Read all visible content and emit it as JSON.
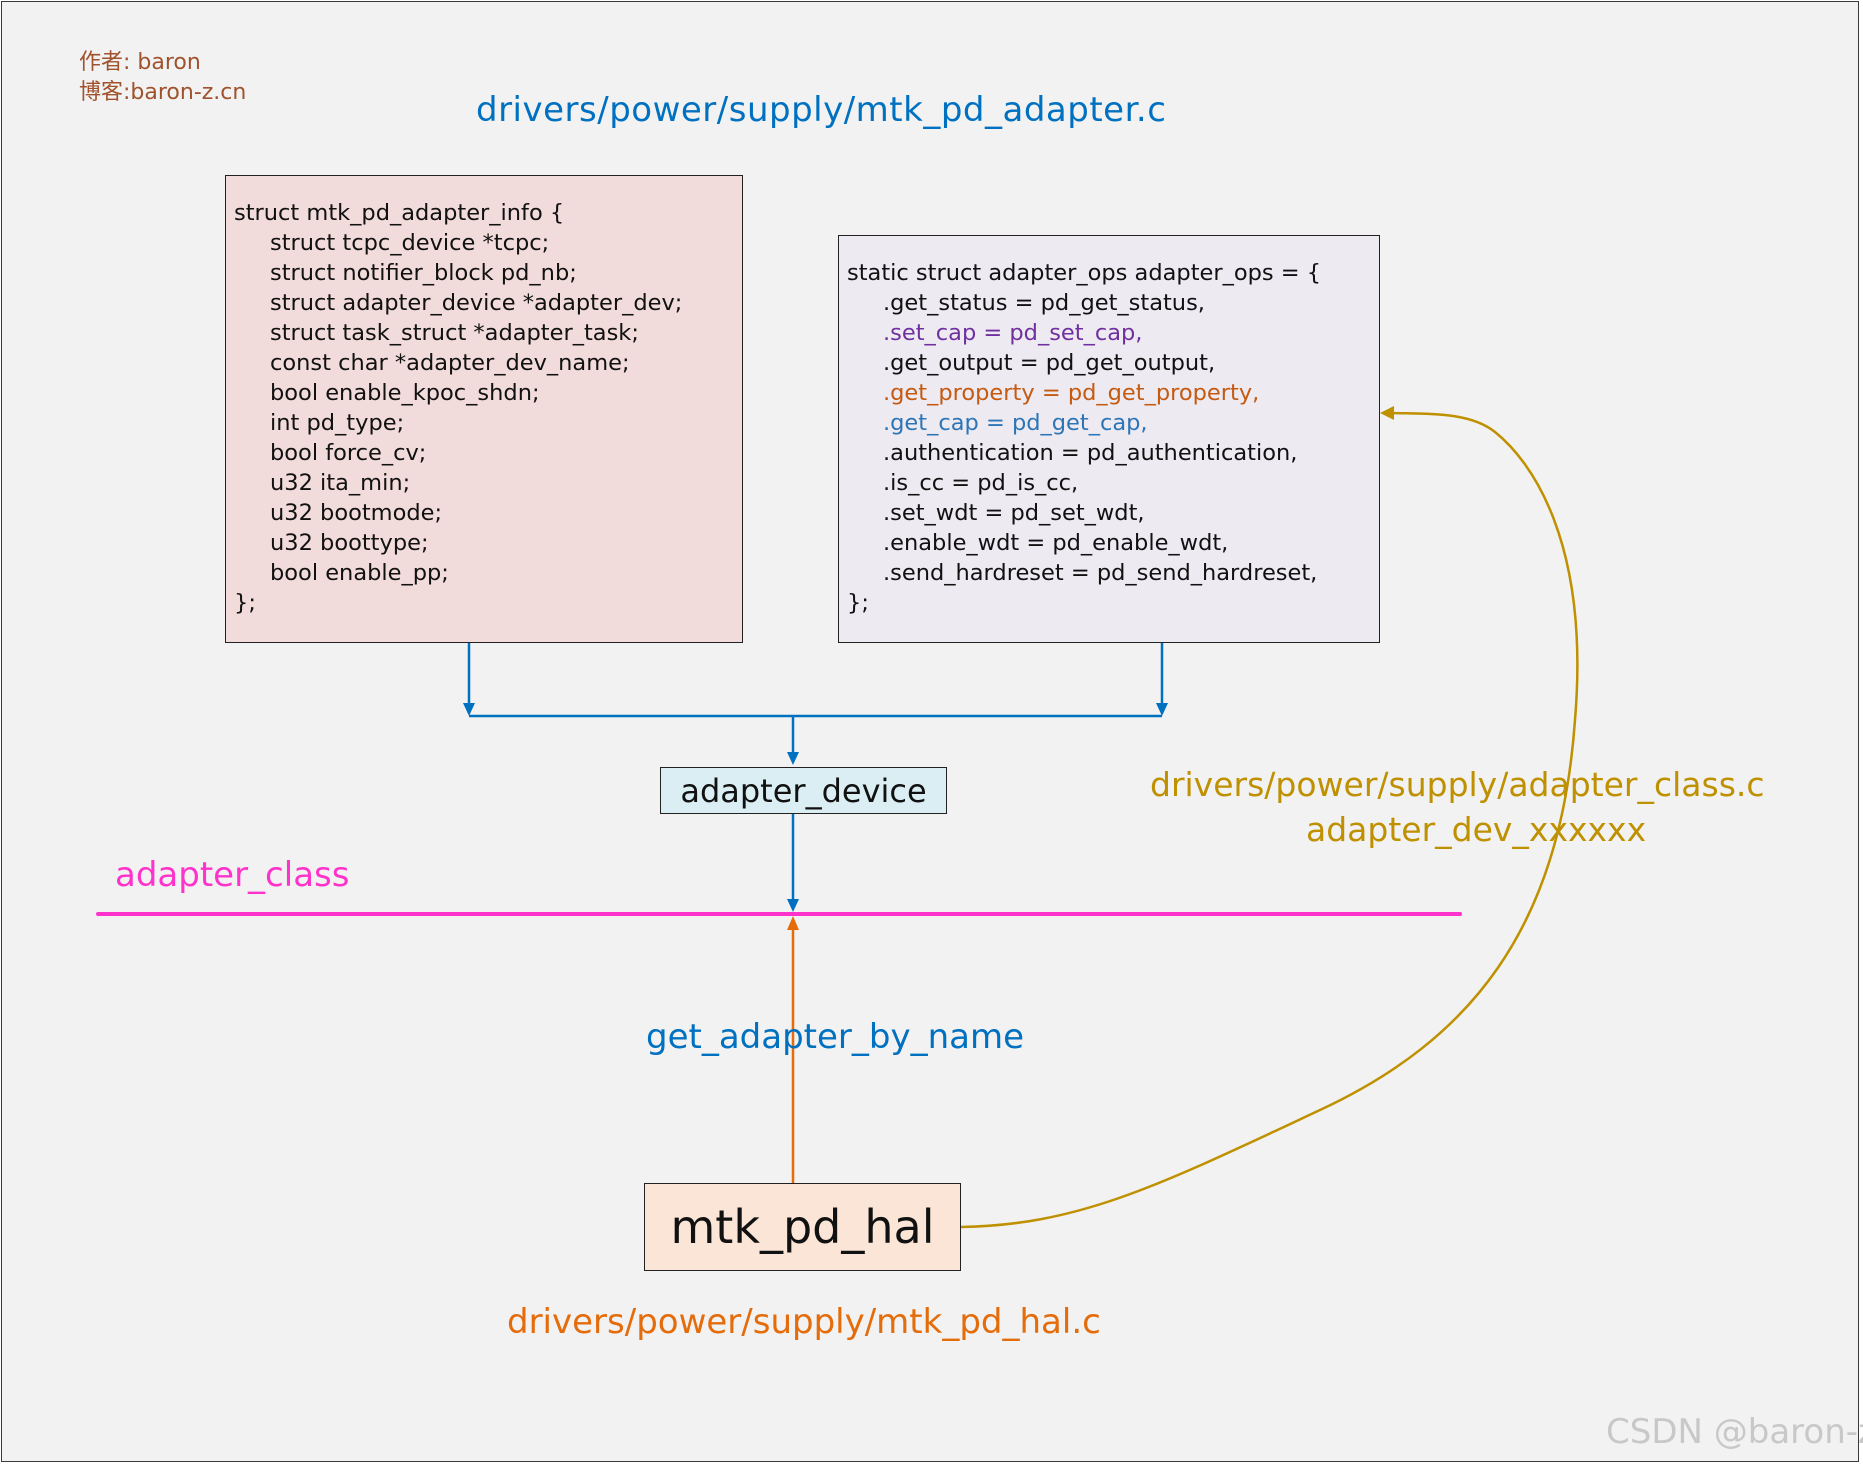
{
  "author": {
    "line1": "作者: baron",
    "line2": "博客:baron-z.cn"
  },
  "adapter_file": "drivers/power/supply/mtk_pd_adapter.c",
  "info_struct": {
    "header": "struct mtk_pd_adapter_info {",
    "fields": [
      "struct tcpc_device *tcpc;",
      "struct notifier_block pd_nb;",
      "struct adapter_device *adapter_dev;",
      "struct task_struct *adapter_task;",
      "const char *adapter_dev_name;",
      "bool enable_kpoc_shdn;",
      "int pd_type;",
      "bool force_cv;",
      "u32 ita_min;",
      "u32 bootmode;",
      "u32 boottype;",
      "bool enable_pp;"
    ],
    "footer": "};"
  },
  "ops_struct": {
    "header": "static struct adapter_ops adapter_ops = {",
    "fields": [
      {
        "text": ".get_status = pd_get_status,",
        "color": "#111111"
      },
      {
        "text": ".set_cap = pd_set_cap,",
        "color": "#7030a0"
      },
      {
        "text": ".get_output = pd_get_output,",
        "color": "#111111"
      },
      {
        "text": ".get_property = pd_get_property,",
        "color": "#c55a11"
      },
      {
        "text": ".get_cap = pd_get_cap,",
        "color": "#2e75b6"
      },
      {
        "text": ".authentication = pd_authentication,",
        "color": "#111111"
      },
      {
        "text": ".is_cc = pd_is_cc,",
        "color": "#111111"
      },
      {
        "text": ".set_wdt = pd_set_wdt,",
        "color": "#111111"
      },
      {
        "text": ".enable_wdt = pd_enable_wdt,",
        "color": "#111111"
      },
      {
        "text": ".send_hardreset = pd_send_hardreset,",
        "color": "#111111"
      }
    ],
    "footer": "};"
  },
  "adapter_device_label": "adapter_device",
  "adapter_class_label": "adapter_class",
  "class_file": "drivers/power/supply/adapter_class.c",
  "class_func": "adapter_dev_xxxxxx",
  "get_adapter_label": "get_adapter_by_name",
  "hal_label": "mtk_pd_hal",
  "hal_file": "drivers/power/supply/mtk_pd_hal.c",
  "watermark": "CSDN @baron-z",
  "colors": {
    "blue": "#0070c0",
    "magenta": "#ff33cc",
    "orange": "#e46c0a",
    "gold": "#bf9000",
    "author": "#a0522d"
  }
}
